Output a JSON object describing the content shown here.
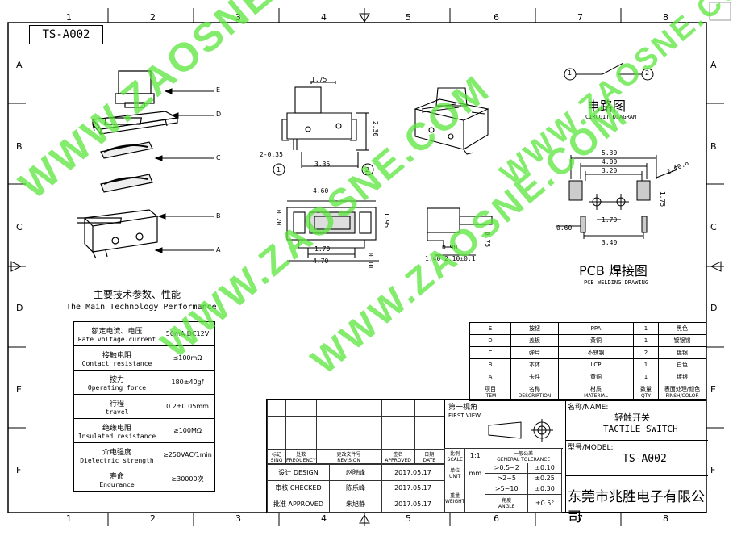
{
  "drawing_number": "TS-A002",
  "zone_cols": [
    "1",
    "2",
    "3",
    "4",
    "5",
    "6",
    "7",
    "8"
  ],
  "zone_rows": [
    "A",
    "B",
    "C",
    "D",
    "E",
    "F"
  ],
  "exploded_labels": [
    "E",
    "D",
    "C",
    "B",
    "A"
  ],
  "dims": {
    "top_width": "1.75",
    "pin_offset": "2-0.35",
    "pitch": "3.35",
    "height": "2.30",
    "body_width": "4.60",
    "side_left": "0.20",
    "side_right": "1.95",
    "stem": "1.70",
    "overall": "4.70",
    "foot": "0.10",
    "side_h": "0.75",
    "side_a": "0.90",
    "side_b": "1.40",
    "side_c": "2.10±0.1",
    "pcb_total": "5.30",
    "pcb_inner": "4.00",
    "pcb_pad": "3.20",
    "pcb_hole": "2-Φ0.6",
    "pcb_mid": "1.70",
    "pcb_pad_w": "0.60",
    "pcb_bottom": "3.40",
    "pcb_side": "1.75"
  },
  "circuit": {
    "pin1": "1",
    "pin2": "2",
    "title_cn": "电路图",
    "title_en": "CIRCUIT DIAGRAM"
  },
  "pcb": {
    "title_cn": "PCB 焊接图",
    "title_en": "PCB WELDING DRAWING"
  },
  "performance": {
    "title_cn": "主要技术参数、性能",
    "title_en": "The Main Technology Performance",
    "rows": [
      {
        "cn": "额定电流、电压",
        "en": "Rate voltage.current",
        "value": "50mA DC12V"
      },
      {
        "cn": "接触电阻",
        "en": "Contact resistance",
        "value": "≤100mΩ"
      },
      {
        "cn": "按力",
        "en": "Operating force",
        "value": "180±40gf"
      },
      {
        "cn": "行程",
        "en": "travel",
        "value": "0.2±0.05mm"
      },
      {
        "cn": "绝缘电阻",
        "en": "Insulated resistance",
        "value": "≥100MΩ"
      },
      {
        "cn": "介电强度",
        "en": "Dielectric strength",
        "value": "≥250VAC/1min"
      },
      {
        "cn": "寿命",
        "en": "Endurance",
        "value": "≥30000次"
      }
    ]
  },
  "parts": {
    "rows": [
      {
        "item": "E",
        "name": "按钮",
        "material": "PPA",
        "qty": "1",
        "finish": "黑色"
      },
      {
        "item": "D",
        "name": "盖板",
        "material": "黄铜",
        "qty": "1",
        "finish": "镀银锡"
      },
      {
        "item": "C",
        "name": "弹片",
        "material": "不锈钢",
        "qty": "2",
        "finish": "镀银"
      },
      {
        "item": "B",
        "name": "本体",
        "material": "LCP",
        "qty": "1",
        "finish": "白色"
      },
      {
        "item": "A",
        "name": "卡件",
        "material": "黄铜",
        "qty": "1",
        "finish": "镀银"
      }
    ],
    "header": {
      "item_cn": "项目",
      "item_en": "ITEM",
      "name_cn": "名称",
      "name_en": "DESCRIPTION",
      "material_cn": "材质",
      "material_en": "MATERIAL",
      "qty_cn": "数量",
      "qty_en": "QTY",
      "finish_cn": "表面处理/颜色",
      "finish_en": "FINSH/COLOR"
    }
  },
  "title_block": {
    "view_cn": "第一视角",
    "view_en": "FIRST VIEW",
    "name_label": "名称/NAME:",
    "name_cn": "轻触开关",
    "name_en": "TACTILE SWITCH",
    "model_label": "型号/MODEL:",
    "model": "TS-A002",
    "company": "东莞市兆胜电子有限公司",
    "header": [
      {
        "cn": "标记",
        "en": "SING"
      },
      {
        "cn": "处数",
        "en": "FREQUENCY"
      },
      {
        "cn": "更改文件号",
        "en": "REVISION"
      },
      {
        "cn": "签名",
        "en": "APPROVED"
      },
      {
        "cn": "日期",
        "en": "DATE"
      }
    ],
    "scale_cn": "比例",
    "scale_en": "SCALE",
    "scale": "1:1",
    "unit_cn": "单位",
    "unit_en": "UNIT",
    "unit": "mm",
    "weight_cn": "重量",
    "weight_en": "WEIGHT",
    "tol_cn": "一般公差",
    "tol_en": "GENERAL TOLERANCE",
    "angle_cn": "角度",
    "angle_en": "ANGLE",
    "tolerances": [
      {
        "range": ">0.5~2",
        "tol": "±0.10"
      },
      {
        "range": ">2~5",
        "tol": "±0.25"
      },
      {
        "range": ">5~10",
        "tol": "±0.30"
      },
      {
        "range": "",
        "tol": "±0.5°"
      }
    ],
    "signoff": [
      {
        "role": "设计 DESIGN",
        "name": "赵晓峰",
        "date": "2017.05.17"
      },
      {
        "role": "审核 CHECKED",
        "name": "陈乐峰",
        "date": "2017.05.17"
      },
      {
        "role": "批准 APPROVED",
        "name": "朱旭静",
        "date": "2017.05.17"
      }
    ]
  },
  "watermark": "WWW.ZAOSNE.COM"
}
